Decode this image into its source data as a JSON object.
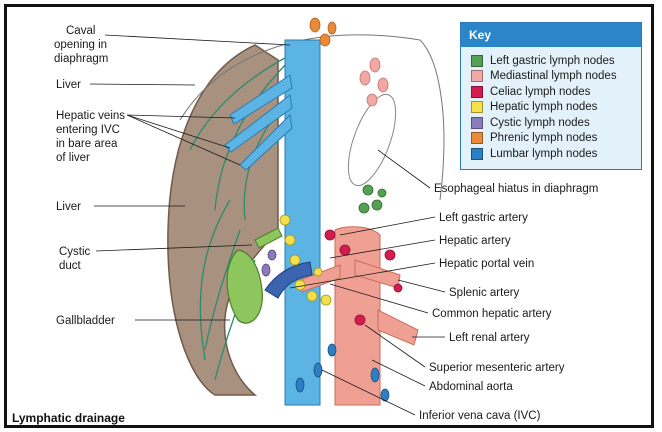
{
  "key": {
    "title": "Key",
    "items": [
      {
        "label": "Left gastric lymph nodes",
        "color": "#55a153"
      },
      {
        "label": "Mediastinal lymph nodes",
        "color": "#f2a9a6"
      },
      {
        "label": "Celiac lymph nodes",
        "color": "#d41c4f"
      },
      {
        "label": "Hepatic lymph nodes",
        "color": "#f3e04c"
      },
      {
        "label": "Cystic lymph nodes",
        "color": "#8a7cb8"
      },
      {
        "label": "Phrenic lymph nodes",
        "color": "#e98a3a"
      },
      {
        "label": "Lumbar lymph nodes",
        "color": "#2c7fc2"
      }
    ]
  },
  "labels": {
    "caval_1": "Caval",
    "caval_2": "opening in",
    "caval_3": "diaphragm",
    "liver_top": "Liver",
    "hep_veins_1": "Hepatic veins",
    "hep_veins_2": "entering IVC",
    "hep_veins_3": "in bare area",
    "hep_veins_4": "of liver",
    "liver_mid": "Liver",
    "cystic_1": "Cystic",
    "cystic_2": "duct",
    "gallbladder": "Gallbladder",
    "esophageal_hiatus": "Esophageal hiatus in diaphragm",
    "left_gastric_artery": "Left gastric artery",
    "hepatic_artery": "Hepatic artery",
    "hepatic_portal_vein": "Hepatic portal vein",
    "splenic_artery": "Splenic artery",
    "common_hepatic_artery": "Common hepatic artery",
    "left_renal_artery": "Left renal artery",
    "superior_mesenteric_artery": "Superior mesenteric artery",
    "abdominal_aorta": "Abdominal aorta",
    "ivc": "Inferior vena cava (IVC)"
  },
  "caption": "Lymphatic drainage",
  "colors": {
    "liver": "#a8917f",
    "liver_edge": "#6f5a4c",
    "ivc": "#5bb4e3",
    "aorta": "#f0a093",
    "gallbladder": "#8cc65d",
    "lymph_vessel": "#2e8b6e",
    "key_header": "#2a86c9",
    "key_bg": "#e3f1fb"
  }
}
